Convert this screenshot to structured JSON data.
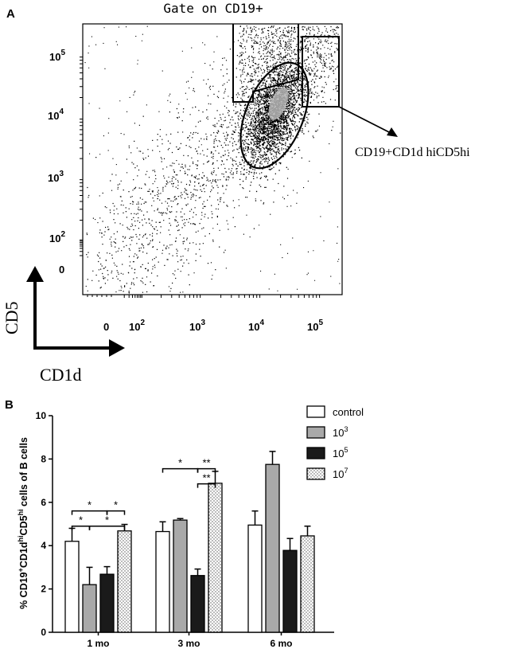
{
  "panel_a": {
    "label": "A",
    "title": "Gate on CD19+",
    "y_ticks": [
      {
        "base": "10",
        "exp": "5"
      },
      {
        "base": "10",
        "exp": "4"
      },
      {
        "base": "10",
        "exp": "3"
      },
      {
        "base": "10",
        "exp": "2"
      },
      {
        "base": "0",
        "exp": ""
      }
    ],
    "x_ticks": [
      {
        "base": "0",
        "exp": ""
      },
      {
        "base": "10",
        "exp": "2"
      },
      {
        "base": "10",
        "exp": "3"
      },
      {
        "base": "10",
        "exp": "4"
      },
      {
        "base": "10",
        "exp": "5"
      }
    ],
    "y_axis_label": "CD5",
    "x_axis_label": "CD1d",
    "gate_annotation": "CD19+CD1d hiCD5hi"
  },
  "chart_data": {
    "type": "bar",
    "panel_label": "B",
    "categories": [
      "1 mo",
      "3 mo",
      "6 mo"
    ],
    "series": [
      {
        "name": "control",
        "values": [
          4.2,
          4.65,
          4.95
        ],
        "errors": [
          0.6,
          0.45,
          0.65
        ],
        "fill": "#ffffff",
        "pattern": "none"
      },
      {
        "name": "10^3",
        "values": [
          2.2,
          5.18,
          7.75
        ],
        "errors": [
          0.8,
          0.07,
          0.6
        ],
        "fill": "#a9a9a9",
        "pattern": "none"
      },
      {
        "name": "10^5",
        "values": [
          2.68,
          2.62,
          3.78
        ],
        "errors": [
          0.35,
          0.3,
          0.55
        ],
        "fill": "#1a1a1a",
        "pattern": "none"
      },
      {
        "name": "10^7",
        "values": [
          4.68,
          6.88,
          4.45
        ],
        "errors": [
          0.3,
          0.55,
          0.45
        ],
        "fill": "#ffffff",
        "pattern": "dots"
      }
    ],
    "legend": [
      {
        "base": "control",
        "exp": ""
      },
      {
        "base": "10",
        "exp": "3"
      },
      {
        "base": "10",
        "exp": "5"
      },
      {
        "base": "10",
        "exp": "7"
      }
    ],
    "ylim": [
      0,
      10
    ],
    "yticks": [
      "0",
      "2",
      "4",
      "6",
      "8",
      "10"
    ],
    "ylabel": {
      "p1": "% CD19",
      "s1": "+",
      "p2": "CD1d",
      "s2": "hi",
      "p3": "CD5",
      "s3": "hi",
      "p4": " cells of B cells"
    },
    "xlabel": "",
    "legend_position": "top-right",
    "significance": [
      {
        "label": "*",
        "group": 0,
        "from": 0,
        "to": 2,
        "y": 5.6
      },
      {
        "label": "*",
        "group": 0,
        "from": 2,
        "to": 3,
        "y": 5.6
      },
      {
        "label": "*",
        "group": 0,
        "from": 0,
        "to": 1,
        "y": 4.9
      },
      {
        "label": "*",
        "group": 0,
        "from": 1,
        "to": 3,
        "y": 4.9
      },
      {
        "label": "*",
        "group": 1,
        "from": 0,
        "to": 2,
        "y": 7.55
      },
      {
        "label": "**",
        "group": 1,
        "from": 2,
        "to": 3,
        "y": 7.55
      },
      {
        "label": "**",
        "group": 1,
        "from": 2,
        "to": 3,
        "y": 6.85
      }
    ]
  }
}
